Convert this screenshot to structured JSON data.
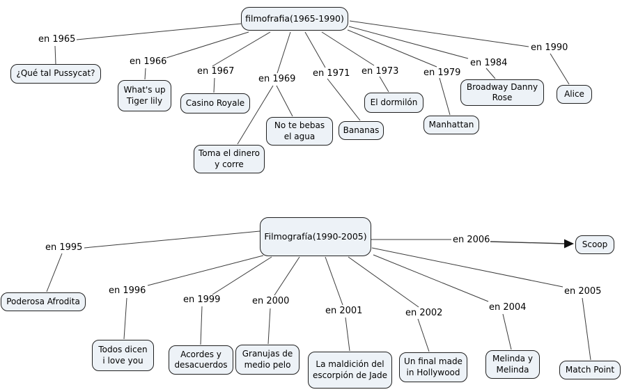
{
  "colors": {
    "background": "#ffffff",
    "node_fill": "#edf2f7",
    "node_border": "#1f1f1f",
    "connector_line": "#3a3a3a",
    "arrow": "#111111",
    "text": "#000000"
  },
  "top": {
    "root_label": "filmofrafia(1965-1990)",
    "branches": [
      {
        "year": "en 1965",
        "films": [
          "¿Qué tal Pussycat?"
        ]
      },
      {
        "year": "en 1966",
        "films": [
          "What's up Tiger lily"
        ]
      },
      {
        "year": "en 1967",
        "films": [
          "Casino Royale"
        ]
      },
      {
        "year": "en 1969",
        "films": [
          "Toma el dinero y corre",
          "No te bebas el agua"
        ]
      },
      {
        "year": "en 1971",
        "films": [
          "Bananas"
        ]
      },
      {
        "year": "en 1973",
        "films": [
          "El dormilón"
        ]
      },
      {
        "year": "en 1979",
        "films": [
          "Manhattan"
        ]
      },
      {
        "year": "en 1984",
        "films": [
          "Broadway Danny Rose"
        ]
      },
      {
        "year": "en 1990",
        "films": [
          "Alice"
        ]
      }
    ]
  },
  "bottom": {
    "root_label": "Filmografía(1990-2005)",
    "branches": [
      {
        "year": "en 1995",
        "films": [
          "Poderosa Afrodita"
        ]
      },
      {
        "year": "en 1996",
        "films": [
          "Todos dicen i love you"
        ]
      },
      {
        "year": "en 1999",
        "films": [
          "Acordes y desacuerdos"
        ]
      },
      {
        "year": "en 2000",
        "films": [
          "Granujas de medio pelo"
        ]
      },
      {
        "year": "en 2001",
        "films": [
          "La maldición del escorpión de Jade"
        ]
      },
      {
        "year": "en 2002",
        "films": [
          "Un final made in Hollywood"
        ]
      },
      {
        "year": "en 2004",
        "films": [
          "Melinda y Melinda"
        ]
      },
      {
        "year": "en 2005",
        "films": [
          "Match Point"
        ]
      },
      {
        "year": "en 2006",
        "films": [
          "Scoop"
        ]
      }
    ]
  }
}
